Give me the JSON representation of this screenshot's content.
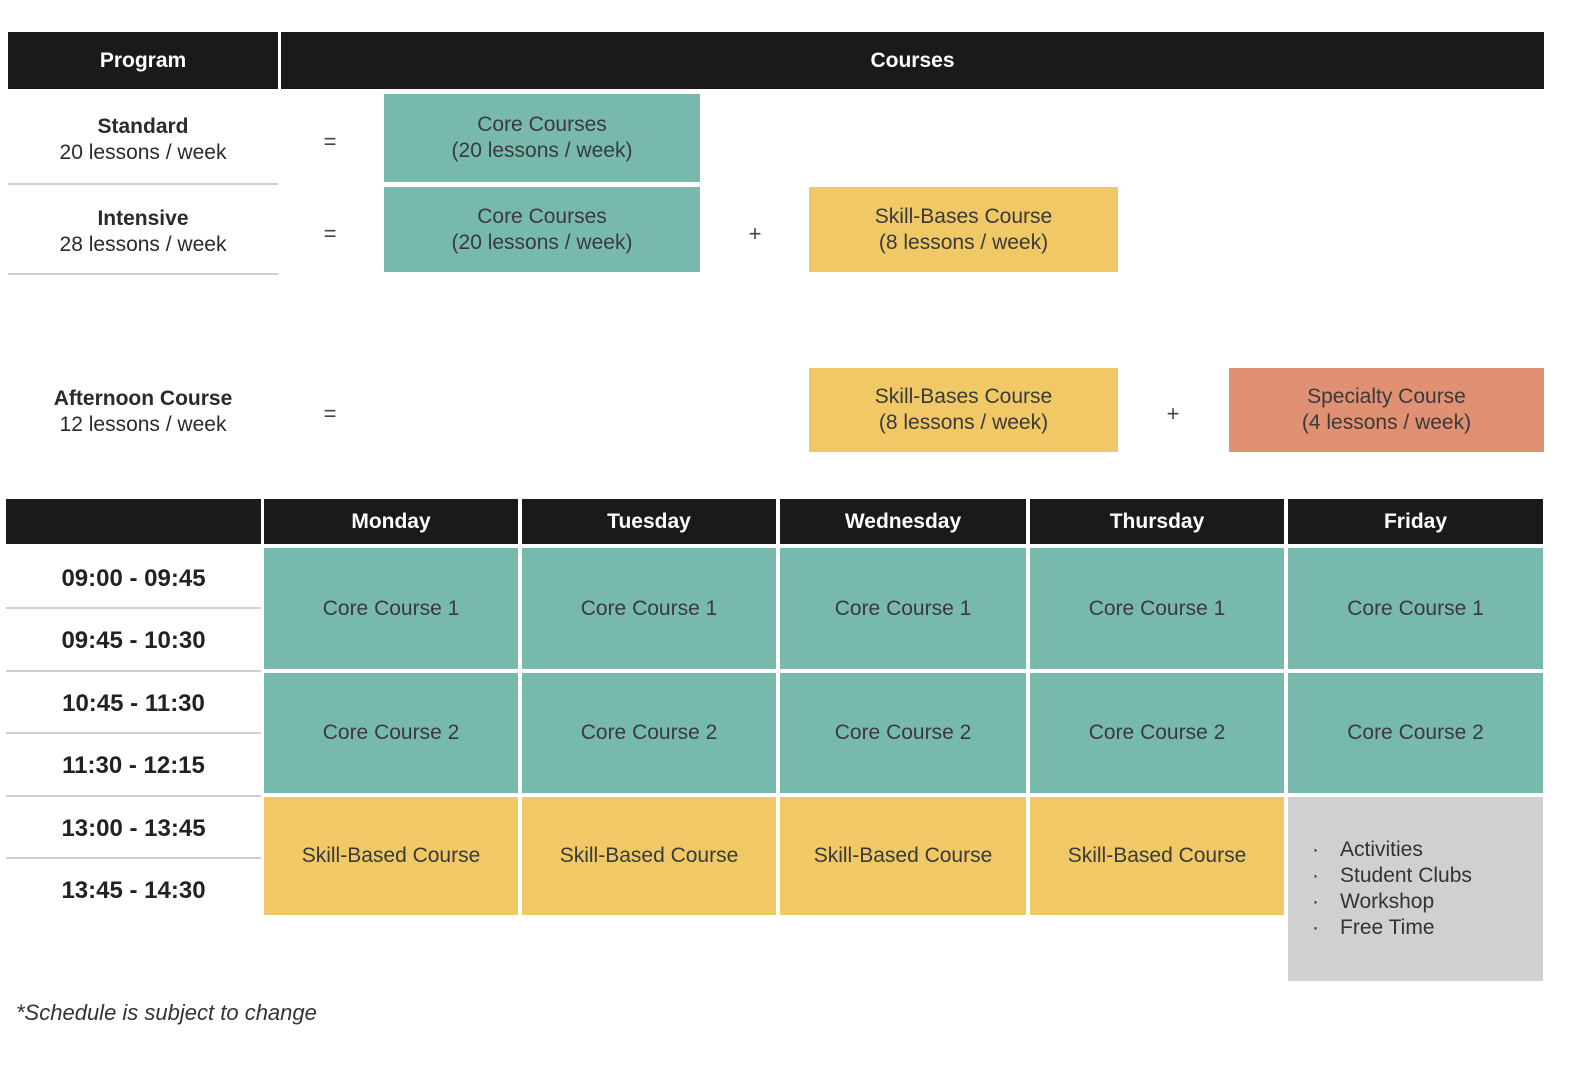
{
  "programs_table": {
    "headers": {
      "program": "Program",
      "courses": "Courses"
    },
    "rows": [
      {
        "name": "Standard",
        "sub": "20 lessons / week",
        "eq": "="
      },
      {
        "name": "Intensive",
        "sub": "28 lessons / week",
        "eq": "="
      },
      {
        "name": "Afternoon Course",
        "sub": "12 lessons / week",
        "eq": "="
      }
    ],
    "plus": "+",
    "blocks": {
      "core": {
        "line1": "Core Courses",
        "line2": "(20 lessons / week)"
      },
      "skill": {
        "line1": "Skill-Bases Course",
        "line2": "(8 lessons / week)"
      },
      "specialty": {
        "line1": "Specialty Course",
        "line2": "(4 lessons / week)"
      }
    }
  },
  "schedule": {
    "days": [
      "Monday",
      "Tuesday",
      "Wednesday",
      "Thursday",
      "Friday"
    ],
    "times": [
      "09:00 - 09:45",
      "09:45 - 10:30",
      "10:45 - 11:30",
      "11:30 - 12:15",
      "13:00 - 13:45",
      "13:45 - 14:30"
    ],
    "core1": "Core Course 1",
    "core2": "Core Course 2",
    "skill": "Skill-Based Course",
    "friday_afternoon": [
      "Activities",
      "Student Clubs",
      "Workshop",
      "Free Time"
    ]
  },
  "footnote": "*Schedule is subject to change",
  "colors": {
    "header": "#1a1a1a",
    "core": "#78b9ae",
    "skill": "#f0c866",
    "specialty": "#e09073",
    "activities": "#d0d0d0"
  }
}
